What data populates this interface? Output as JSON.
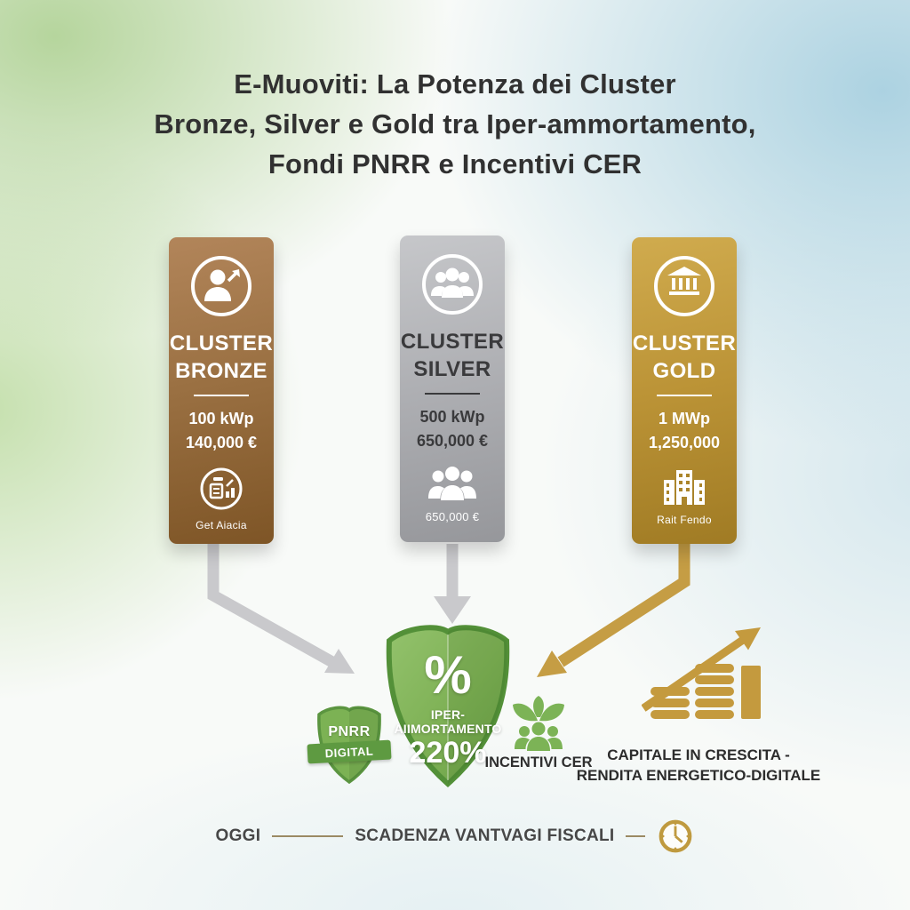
{
  "title": {
    "lines": [
      "E-Muoviti: La Potenza dei Cluster",
      "Bronze, Silver e Gold tra Iper-ammortamento,",
      "Fondi PNRR e Incentivi CER"
    ]
  },
  "clusters": [
    {
      "name": "CLUSTER",
      "tier": "BRONZE",
      "power": "100 kWp",
      "value": "140,000 €",
      "caption": "Get Aiacia",
      "top_icon": "person-growth-icon",
      "mid_icon": "report-chart-icon",
      "color": "#96703f"
    },
    {
      "name": "CLUSTER",
      "tier": "SILVER",
      "power": "500 kWp",
      "value": "650,000 €",
      "caption": "650,000 €",
      "top_icon": "people-group-icon",
      "mid_icon": "people-group-icon",
      "color": "#a8a9ad"
    },
    {
      "name": "CLUSTER",
      "tier": "GOLD",
      "power": "1 MWp",
      "value": "1,250,000",
      "caption": "Rait Fendo",
      "top_icon": "bank-icon",
      "mid_icon": "buildings-icon",
      "color": "#bb9236"
    }
  ],
  "shield": {
    "percent": "%",
    "label": "IPER-AIIMORTAMENTO",
    "rate": "220%"
  },
  "pnrr": {
    "top": "PNRR",
    "bottom": "DIGITAL"
  },
  "incentivi": {
    "label": "INCENTIVI CER"
  },
  "capitale": {
    "line1": "CAPITALE IN CRESCITA -",
    "line2": "RENDITA ENERGETICO-DIGITALE"
  },
  "timeline": {
    "start": "OGGI",
    "milestone": "SCADENZA VANTVAGI FISCALI",
    "icon": "clock-icon"
  },
  "colors": {
    "bronze": "#96703f",
    "silver": "#a8a9ad",
    "gold": "#bb9236",
    "shield_green": "#7caf52",
    "badge_green": "#6aa84c",
    "arrow_gray": "#c9c9cc",
    "arrow_gold": "#c59d44",
    "title_text": "#313131"
  }
}
